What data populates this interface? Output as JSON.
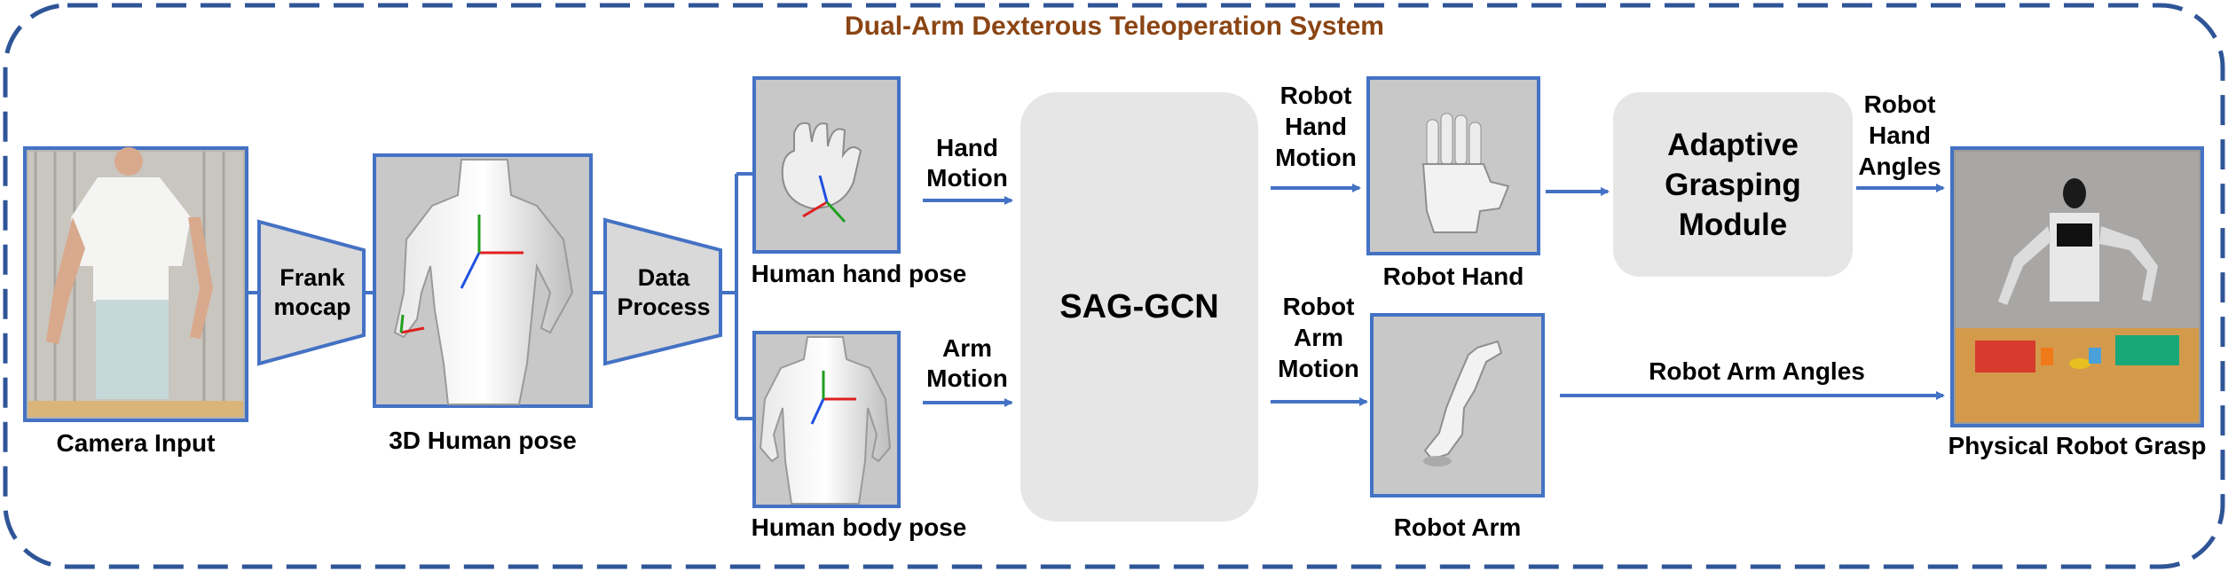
{
  "title": "Dual-Arm Dexterous Teleoperation System",
  "colors": {
    "frame": "#2f5597",
    "title": "#8b4513",
    "arrow": "#4472c4",
    "panel_border": "#4472c4",
    "panel_fill": "#c8c8c8",
    "module_fill": "#e6e6e6",
    "trapezoid_fill": "#d9d9d9"
  },
  "nodes": {
    "camera_input": "Camera Input",
    "frank_mocap": "Frank mocap",
    "human_pose_3d": "3D Human pose",
    "data_process": "Data Process",
    "human_hand_pose": "Human hand pose",
    "human_body_pose": "Human body pose",
    "sag_gcn": "SAG-GCN",
    "robot_hand": "Robot Hand",
    "robot_arm": "Robot Arm",
    "adaptive_grasping": "Adaptive Grasping Module",
    "physical_robot": "Physical Robot Grasp"
  },
  "edges": {
    "hand_motion": "Hand Motion",
    "arm_motion": "Arm Motion",
    "robot_hand_motion": "Robot Hand Motion",
    "robot_arm_motion": "Robot Arm Motion",
    "robot_hand_angles": "Robot Hand Angles",
    "robot_arm_angles": "Robot Arm Angles"
  }
}
